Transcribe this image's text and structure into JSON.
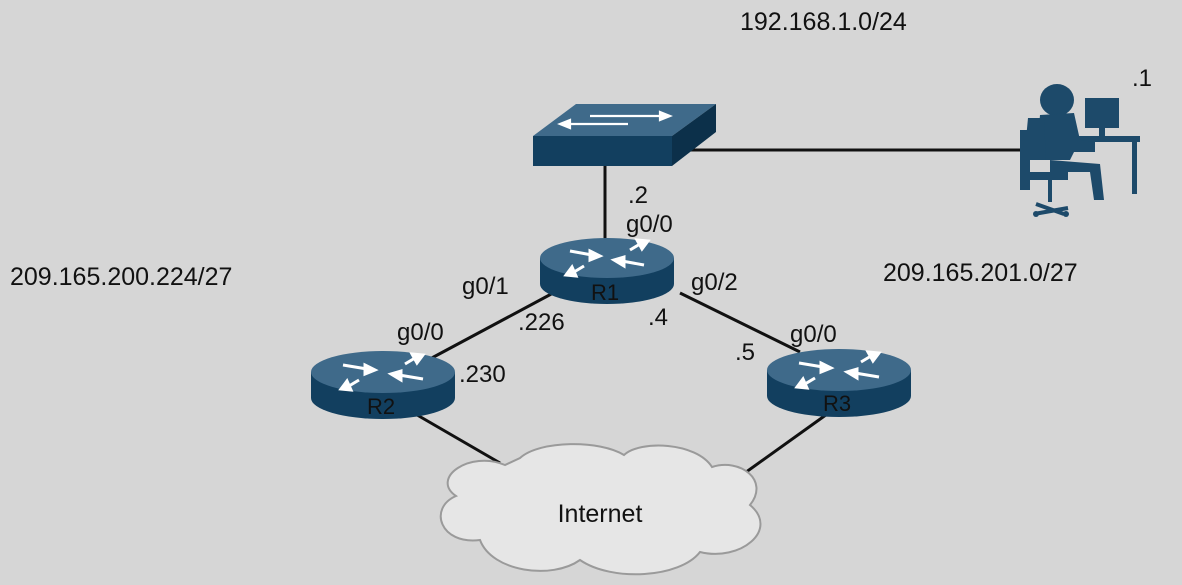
{
  "colors": {
    "background": "#d6d6d6",
    "device_top": "#3f6a8a",
    "device_side": "#123f5f",
    "device_arrow": "#ffffff",
    "link": "#111111",
    "cloud_fill": "#e6e6e6",
    "cloud_stroke": "#9a9a9a",
    "person": "#1d4a6a"
  },
  "subnets": {
    "lan": "192.168.1.0/24",
    "r1_r2": "209.165.200.224/27",
    "r1_r3": "209.165.201.0/27"
  },
  "devices": {
    "switch": {
      "icon": "switch-icon"
    },
    "pc": {
      "icon": "pc-user-icon",
      "host": ".1"
    },
    "r1": {
      "name": "R1",
      "icon": "router-icon"
    },
    "r2": {
      "name": "R2",
      "icon": "router-icon"
    },
    "r3": {
      "name": "R3",
      "icon": "router-icon"
    },
    "internet": {
      "name": "Internet",
      "icon": "cloud-icon"
    }
  },
  "interfaces": {
    "r1_g00": {
      "port": "g0/0",
      "host": ".2"
    },
    "r1_g01": {
      "port": "g0/1",
      "host": ".226"
    },
    "r1_g02": {
      "port": "g0/2",
      "host": ".4"
    },
    "r2_g00": {
      "port": "g0/0",
      "host": ".230"
    },
    "r3_g00": {
      "port": "g0/0",
      "host": ".5"
    }
  }
}
